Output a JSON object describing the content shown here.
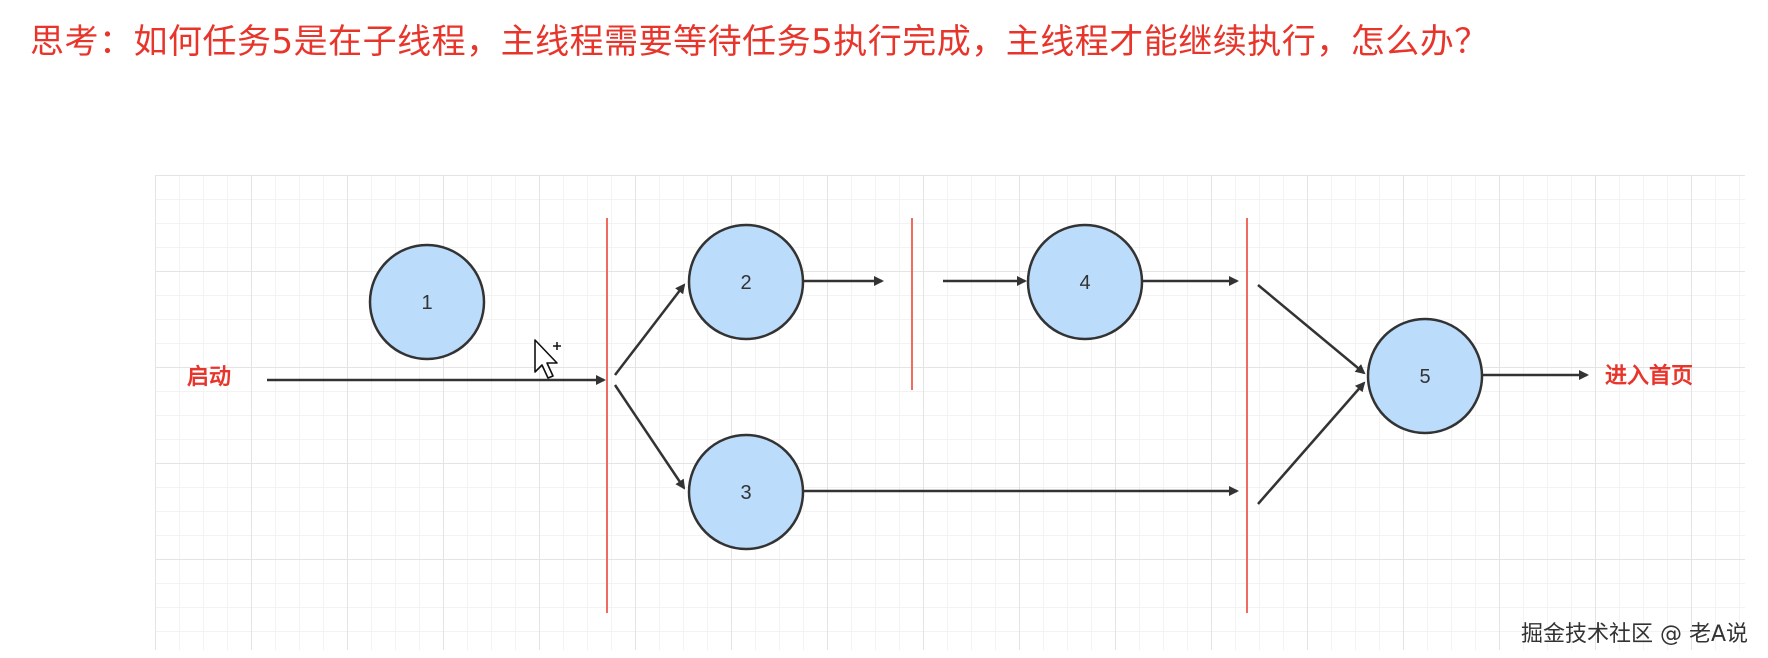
{
  "question": "思考：如何任务5是在子线程，主线程需要等待任务5执行完成，主线程才能继续执行，怎么办？",
  "diagram": {
    "start_label": "启动",
    "end_label": "进入首页",
    "nodes": [
      "1",
      "2",
      "3",
      "4",
      "5"
    ]
  },
  "watermark": "掘金技术社区 @ 老A说",
  "colors": {
    "accent": "#e8352b",
    "node_fill": "#bcdcfb",
    "node_stroke": "#333333",
    "separator": "#ef6a5f"
  }
}
